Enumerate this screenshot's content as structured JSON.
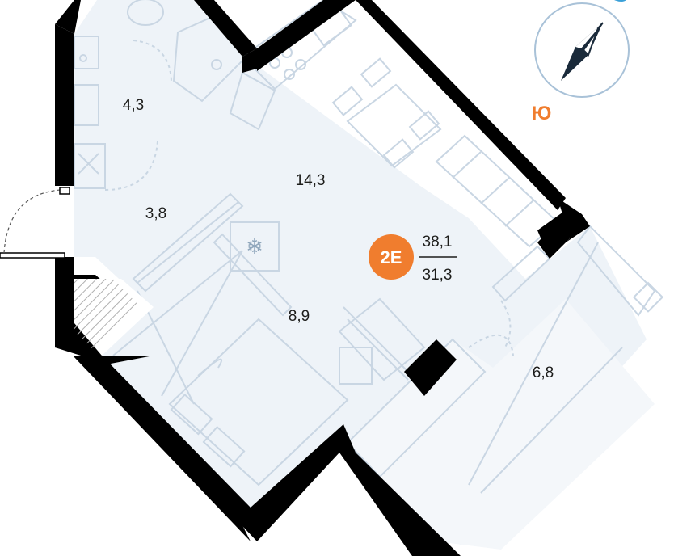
{
  "rooms": {
    "bathroom": "4,3",
    "kitchen_living": "14,3",
    "hallway": "3,8",
    "bedroom_zone": "8,9",
    "loggia": "6,8"
  },
  "apartment": {
    "code": "2E",
    "total_area": "38,1",
    "living_area": "31,3"
  },
  "compass": {
    "direction_letter": "Ю"
  },
  "colors": {
    "wall": "#000000",
    "floor": "#eef3f8",
    "furniture_line": "#c9d6e3",
    "badge": "#f07d2e",
    "compass_ring": "#a9c2d8",
    "compass_needle": "#1a2a3a",
    "compass_letter": "#f07d2e"
  }
}
